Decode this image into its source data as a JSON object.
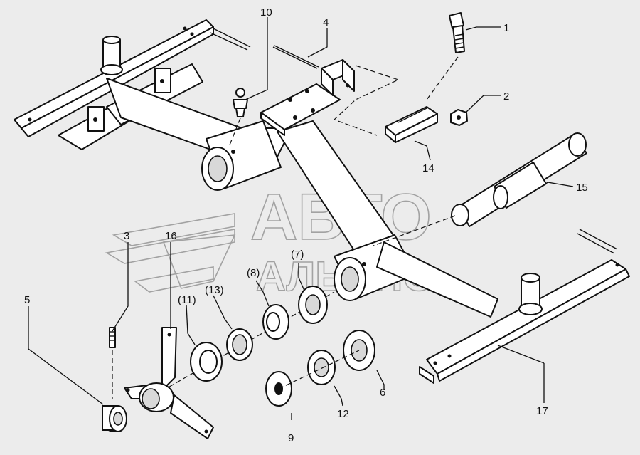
{
  "watermark": {
    "line1": "АВТО",
    "line2": "АЛЬЯНС"
  },
  "callouts": [
    {
      "id": "callout-1",
      "label": "1"
    },
    {
      "id": "callout-2",
      "label": "2"
    },
    {
      "id": "callout-3",
      "label": "3"
    },
    {
      "id": "callout-4",
      "label": "4"
    },
    {
      "id": "callout-5",
      "label": "5"
    },
    {
      "id": "callout-6",
      "label": "6"
    },
    {
      "id": "callout-7",
      "label": "(7)"
    },
    {
      "id": "callout-8",
      "label": "(8)"
    },
    {
      "id": "callout-9",
      "label": "9"
    },
    {
      "id": "callout-10",
      "label": "10"
    },
    {
      "id": "callout-11",
      "label": "(11)"
    },
    {
      "id": "callout-12",
      "label": "12"
    },
    {
      "id": "callout-13",
      "label": "(13)"
    },
    {
      "id": "callout-14",
      "label": "14"
    },
    {
      "id": "callout-15",
      "label": "15"
    },
    {
      "id": "callout-16",
      "label": "16"
    },
    {
      "id": "callout-17",
      "label": "17"
    }
  ]
}
